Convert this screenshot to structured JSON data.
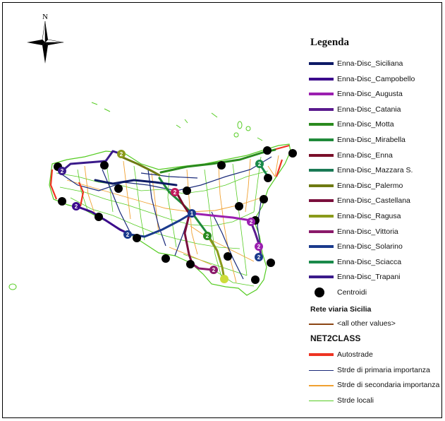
{
  "compass": {
    "north_label": "N"
  },
  "legend": {
    "title": "Legenda",
    "routes": [
      {
        "label": "Enna-Disc_Siciliana",
        "color": "#0d1a66"
      },
      {
        "label": "Enna-Disc_Campobello",
        "color": "#3b0a8c"
      },
      {
        "label": "Enna-Disc_Augusta",
        "color": "#9b1fb0"
      },
      {
        "label": "Enna-Disc_Catania",
        "color": "#5a1a8e"
      },
      {
        "label": "Enna-Disc_Motta",
        "color": "#2a8a1e"
      },
      {
        "label": "Enna-Disc_Mirabella",
        "color": "#1f8a3a"
      },
      {
        "label": "Enna-Disc_Enna",
        "color": "#7a0f2a"
      },
      {
        "label": "Enna-Disc_Mazzara S.",
        "color": "#1a7a55"
      },
      {
        "label": "Enna-Disc_Palermo",
        "color": "#6e7a12"
      },
      {
        "label": "Enna-Disc_Castellana",
        "color": "#7a0f3c"
      },
      {
        "label": "Enna-Disc_Ragusa",
        "color": "#8a9a1a"
      },
      {
        "label": "Enna-Disc_Vittoria",
        "color": "#8a1a6a"
      },
      {
        "label": "Enna-Disc_Solarino",
        "color": "#1a3a8c"
      },
      {
        "label": "Enna-Disc_Sciacca",
        "color": "#1a8a4a"
      },
      {
        "label": "Enna-Disc_Trapani",
        "color": "#3a1a8a"
      }
    ],
    "centroid_label": "Centroidi",
    "road_network_heading": "Rete viaria Sicilia",
    "other_values_label": "<all other values>",
    "other_values_color": "#8b4513",
    "class_heading": "NET2CLASS",
    "classes": [
      {
        "label": "Autostrade",
        "color": "#ee3322"
      },
      {
        "label": "Strde di primaria importanza",
        "color": "#1a2a7a"
      },
      {
        "label": "Strde di secondaria importanza",
        "color": "#f0a030"
      },
      {
        "label": "Strde locali",
        "color": "#55cc22"
      }
    ]
  },
  "map": {
    "badges": [
      "1",
      "2",
      "2",
      "2",
      "2",
      "2",
      "2",
      "2",
      "2",
      "2",
      "2",
      "2"
    ]
  }
}
